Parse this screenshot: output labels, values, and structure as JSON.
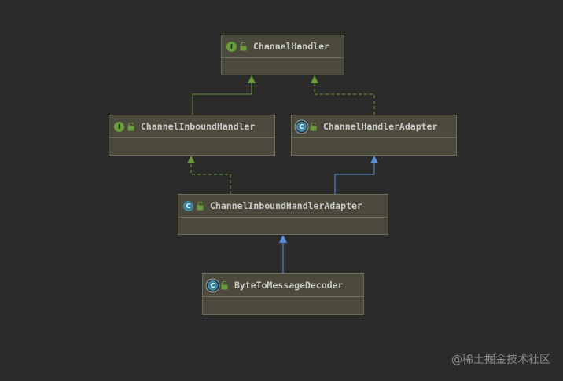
{
  "nodes": [
    {
      "id": "channelhandler",
      "label": "ChannelHandler",
      "kind": "interface",
      "kind_letter": "I"
    },
    {
      "id": "channelinboundhandler",
      "label": "ChannelInboundHandler",
      "kind": "interface",
      "kind_letter": "I"
    },
    {
      "id": "channelhandleradapter",
      "label": "ChannelHandlerAdapter",
      "kind": "abstract-class",
      "kind_letter": "C"
    },
    {
      "id": "channelinboundhandleradapter",
      "label": "ChannelInboundHandlerAdapter",
      "kind": "class",
      "kind_letter": "C"
    },
    {
      "id": "bytetomessagedecoder",
      "label": "ByteToMessageDecoder",
      "kind": "abstract-class",
      "kind_letter": "C"
    }
  ],
  "edges": [
    {
      "from": "ChannelInboundHandler",
      "to": "ChannelHandler",
      "type": "extends-interface",
      "color": "#6a9c3b"
    },
    {
      "from": "ChannelHandlerAdapter",
      "to": "ChannelHandler",
      "type": "implements",
      "color": "#6a9c3b"
    },
    {
      "from": "ChannelInboundHandlerAdapter",
      "to": "ChannelInboundHandler",
      "type": "implements",
      "color": "#6a9c3b"
    },
    {
      "from": "ChannelInboundHandlerAdapter",
      "to": "ChannelHandlerAdapter",
      "type": "extends",
      "color": "#5b8fdc"
    },
    {
      "from": "ByteToMessageDecoder",
      "to": "ChannelInboundHandlerAdapter",
      "type": "extends",
      "color": "#5b8fdc"
    }
  ],
  "colors": {
    "background": "#2b2b2b",
    "node_fill": "#4c4a3c",
    "interface_badge": "#6a9c3b",
    "class_badge": "#3e86a0",
    "implements_arrow": "#6a9c3b",
    "extends_arrow": "#5b8fdc"
  },
  "icons": {
    "visibility": "unlock-icon"
  },
  "watermark": "@稀土掘金技术社区"
}
